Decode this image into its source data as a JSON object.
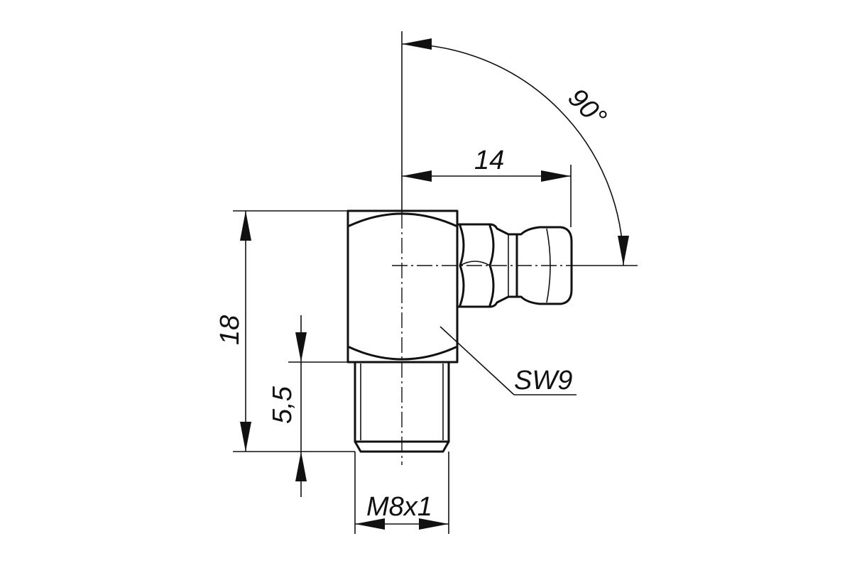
{
  "dimensions": {
    "angle": "90°",
    "width_nipple": "14",
    "overall_height": "18",
    "thread_length": "5,5",
    "thread": "M8x1",
    "wrench_size": "SW9"
  }
}
